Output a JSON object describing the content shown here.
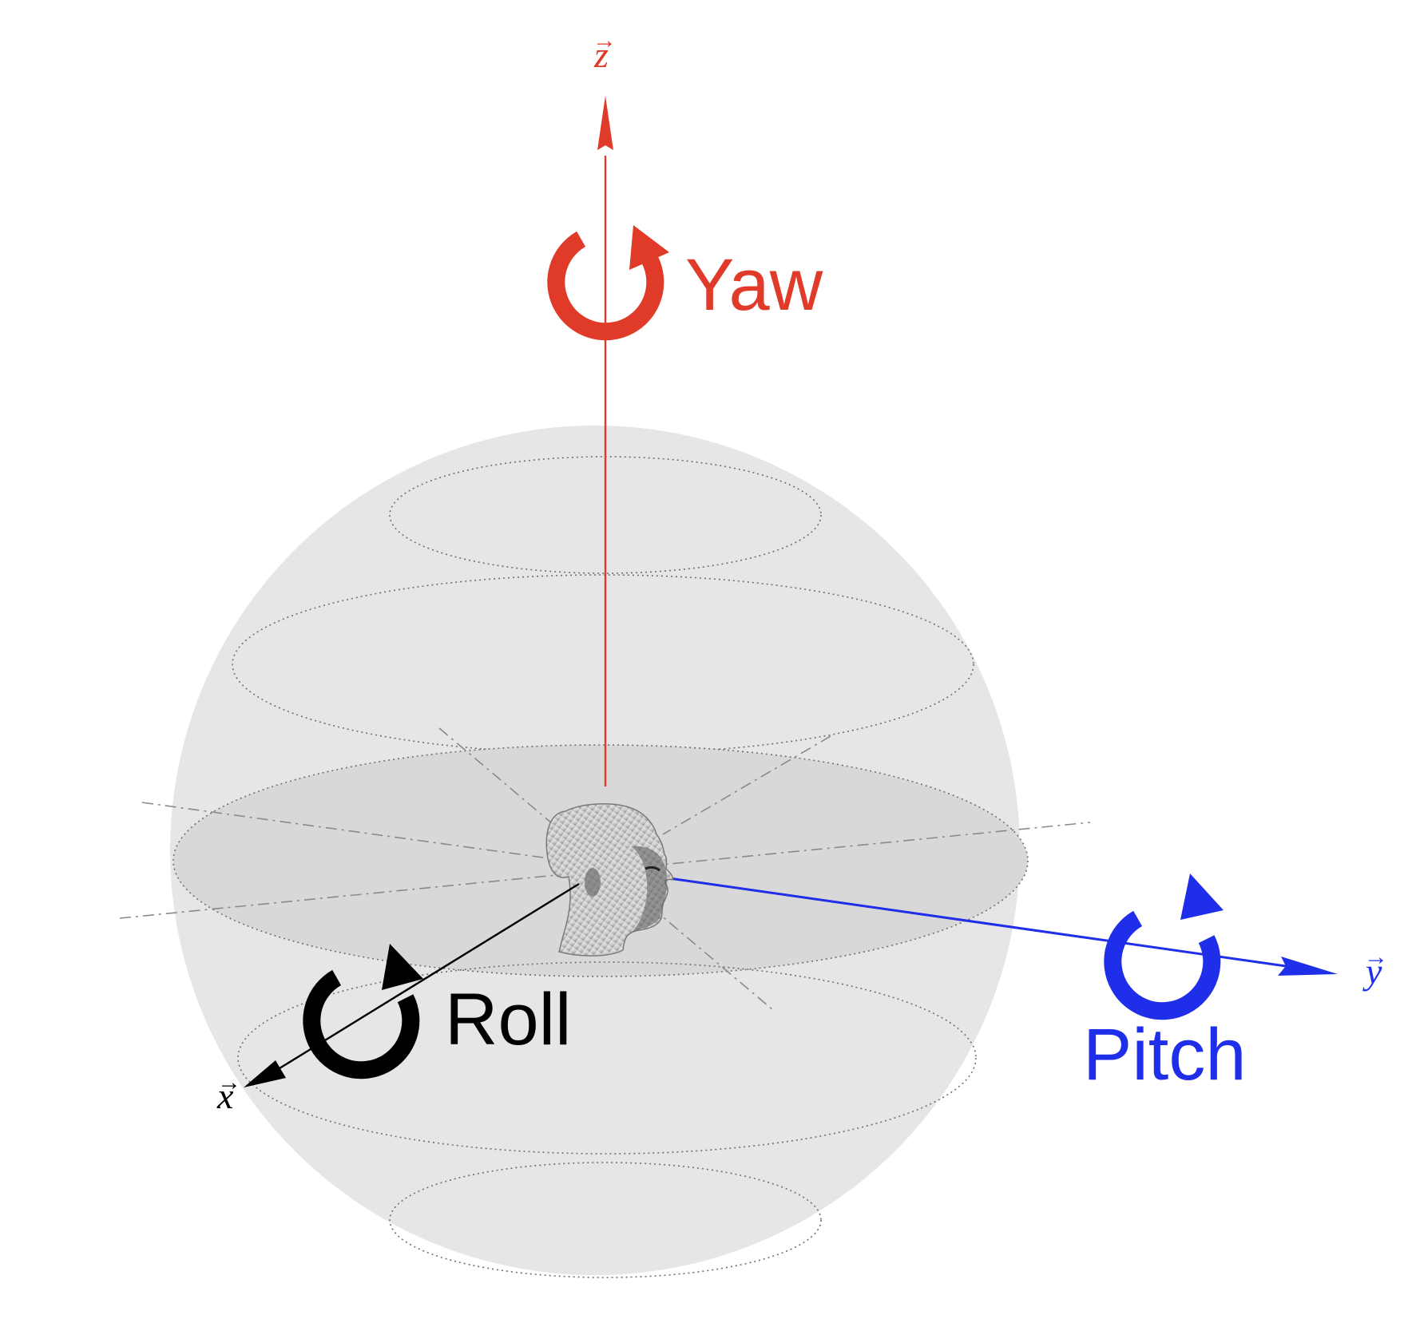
{
  "colors": {
    "yaw": "#e03a28",
    "pitch": "#1f2ee8",
    "roll": "#000000",
    "sphere_fill": "#e6e6e6",
    "equator_fill": "#d9d9d9",
    "guide_line": "#8a8a8a"
  },
  "axes": {
    "z": {
      "var": "z",
      "arrow": "→",
      "rotation": "Yaw"
    },
    "y": {
      "var": "y",
      "arrow": "→",
      "rotation": "Pitch"
    },
    "x": {
      "var": "x",
      "arrow": "→",
      "rotation": "Roll"
    }
  },
  "icons": {
    "rotation": "circular-arrow-icon",
    "head": "head-model-icon"
  }
}
